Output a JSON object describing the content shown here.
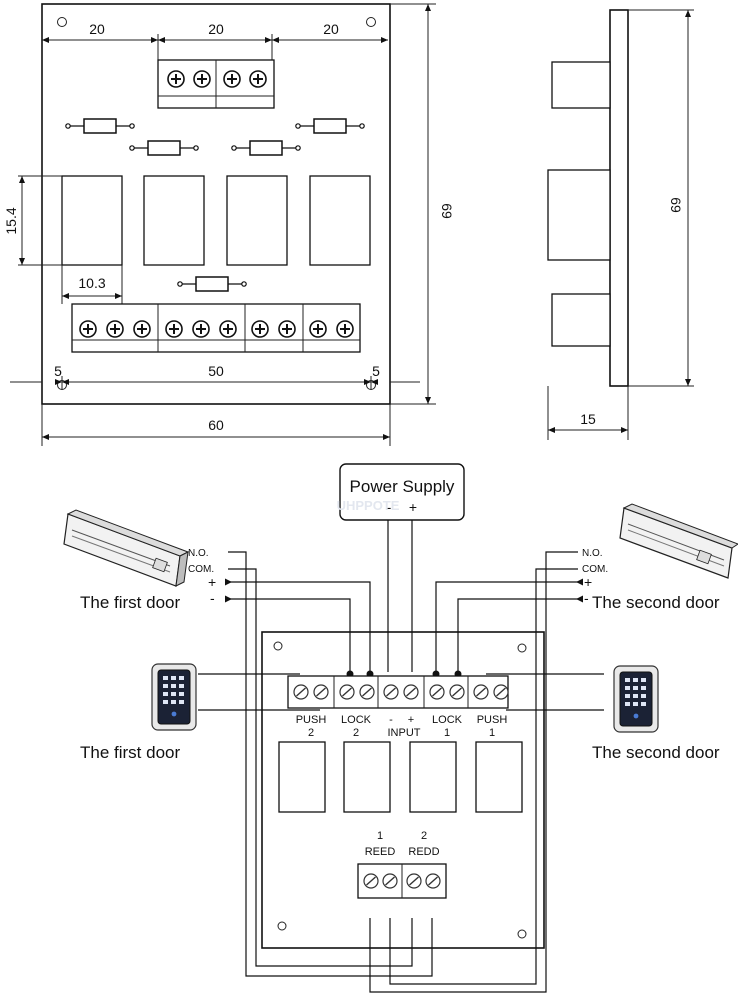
{
  "top_drawing": {
    "dims": {
      "top_segments": [
        "20",
        "20",
        "20"
      ],
      "height_front": "69",
      "relay_height": "15.4",
      "relay_width": "10.3",
      "hole_offset_left": "5",
      "hole_span": "50",
      "hole_offset_right": "5",
      "total_width": "60",
      "height_side": "69",
      "side_depth": "15"
    }
  },
  "wiring_diagram": {
    "power_supply": {
      "title": "Power Supply",
      "minus": "-",
      "plus": "+"
    },
    "watermark": "UHPPOTE",
    "left_lock": {
      "no": "N.O.",
      "com": "COM.",
      "plus": "+",
      "minus": "-",
      "caption": "The first door"
    },
    "right_lock": {
      "no": "N.O.",
      "com": "COM.",
      "plus": "+",
      "minus": "-",
      "caption": "The second door"
    },
    "left_keypad_caption": "The first door",
    "right_keypad_caption": "The second door",
    "terminals": {
      "push2": {
        "line1": "PUSH",
        "line2": "2"
      },
      "lock2": {
        "line1": "LOCK",
        "line2": "2"
      },
      "input": {
        "minus": "-",
        "plus": "+",
        "line2": "INPUT"
      },
      "lock1": {
        "line1": "LOCK",
        "line2": "1"
      },
      "push1": {
        "line1": "PUSH",
        "line2": "1"
      }
    },
    "reed": {
      "num1": "1",
      "num2": "2",
      "label1": "REED",
      "label2": "REDD"
    }
  }
}
